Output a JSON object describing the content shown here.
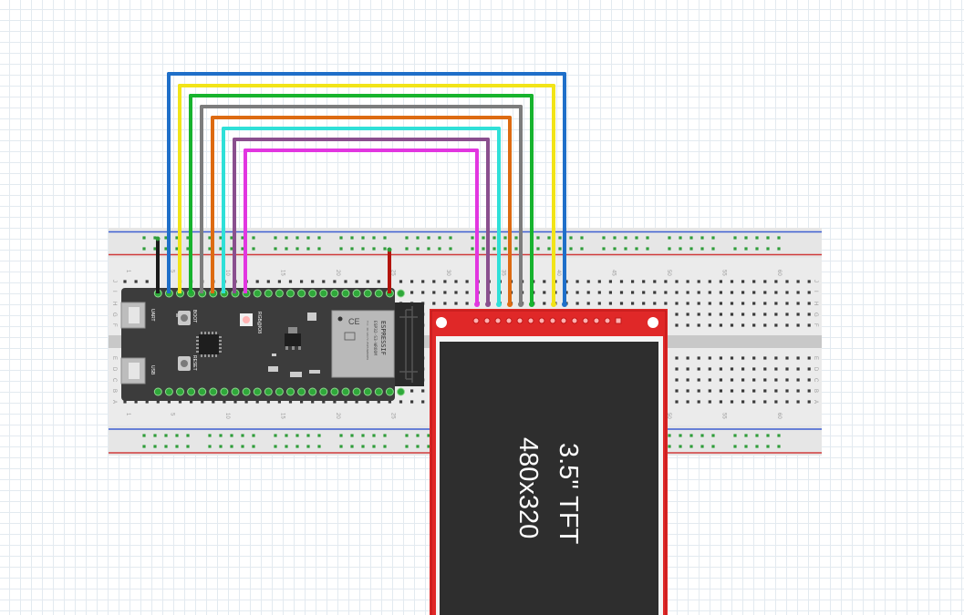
{
  "breadboard": {
    "column_numbers": [
      "1",
      "5",
      "10",
      "15",
      "20",
      "25",
      "30",
      "35",
      "40",
      "45",
      "50",
      "55",
      "60"
    ],
    "row_letters_top": [
      "J",
      "I",
      "H",
      "G",
      "F"
    ],
    "row_letters_bottom": [
      "E",
      "D",
      "C",
      "B",
      "A"
    ]
  },
  "esp32_board": {
    "usb_ports": [
      "UART",
      "USB"
    ],
    "buttons": [
      "BOOT",
      "RESET"
    ],
    "led_label": "RGB@IO8",
    "module": {
      "brand": "ESPRESSIF",
      "model": "ESP32-S3-WROOM",
      "fcc_id": "FCC ID:2AC7Z-ESPS3WROOM1",
      "ce_mark": "CE"
    }
  },
  "display": {
    "line1": "3.5\" TFT",
    "line2": "480x320"
  },
  "wires": {
    "colors": [
      "#1f6fc9",
      "#f2e418",
      "#17b32e",
      "#7d7d7d",
      "#dd6b12",
      "#2fe0d8",
      "#8a4f8e",
      "#e236e0"
    ],
    "ground_color": "#1a1a1a",
    "power_color": "#b3140c"
  }
}
